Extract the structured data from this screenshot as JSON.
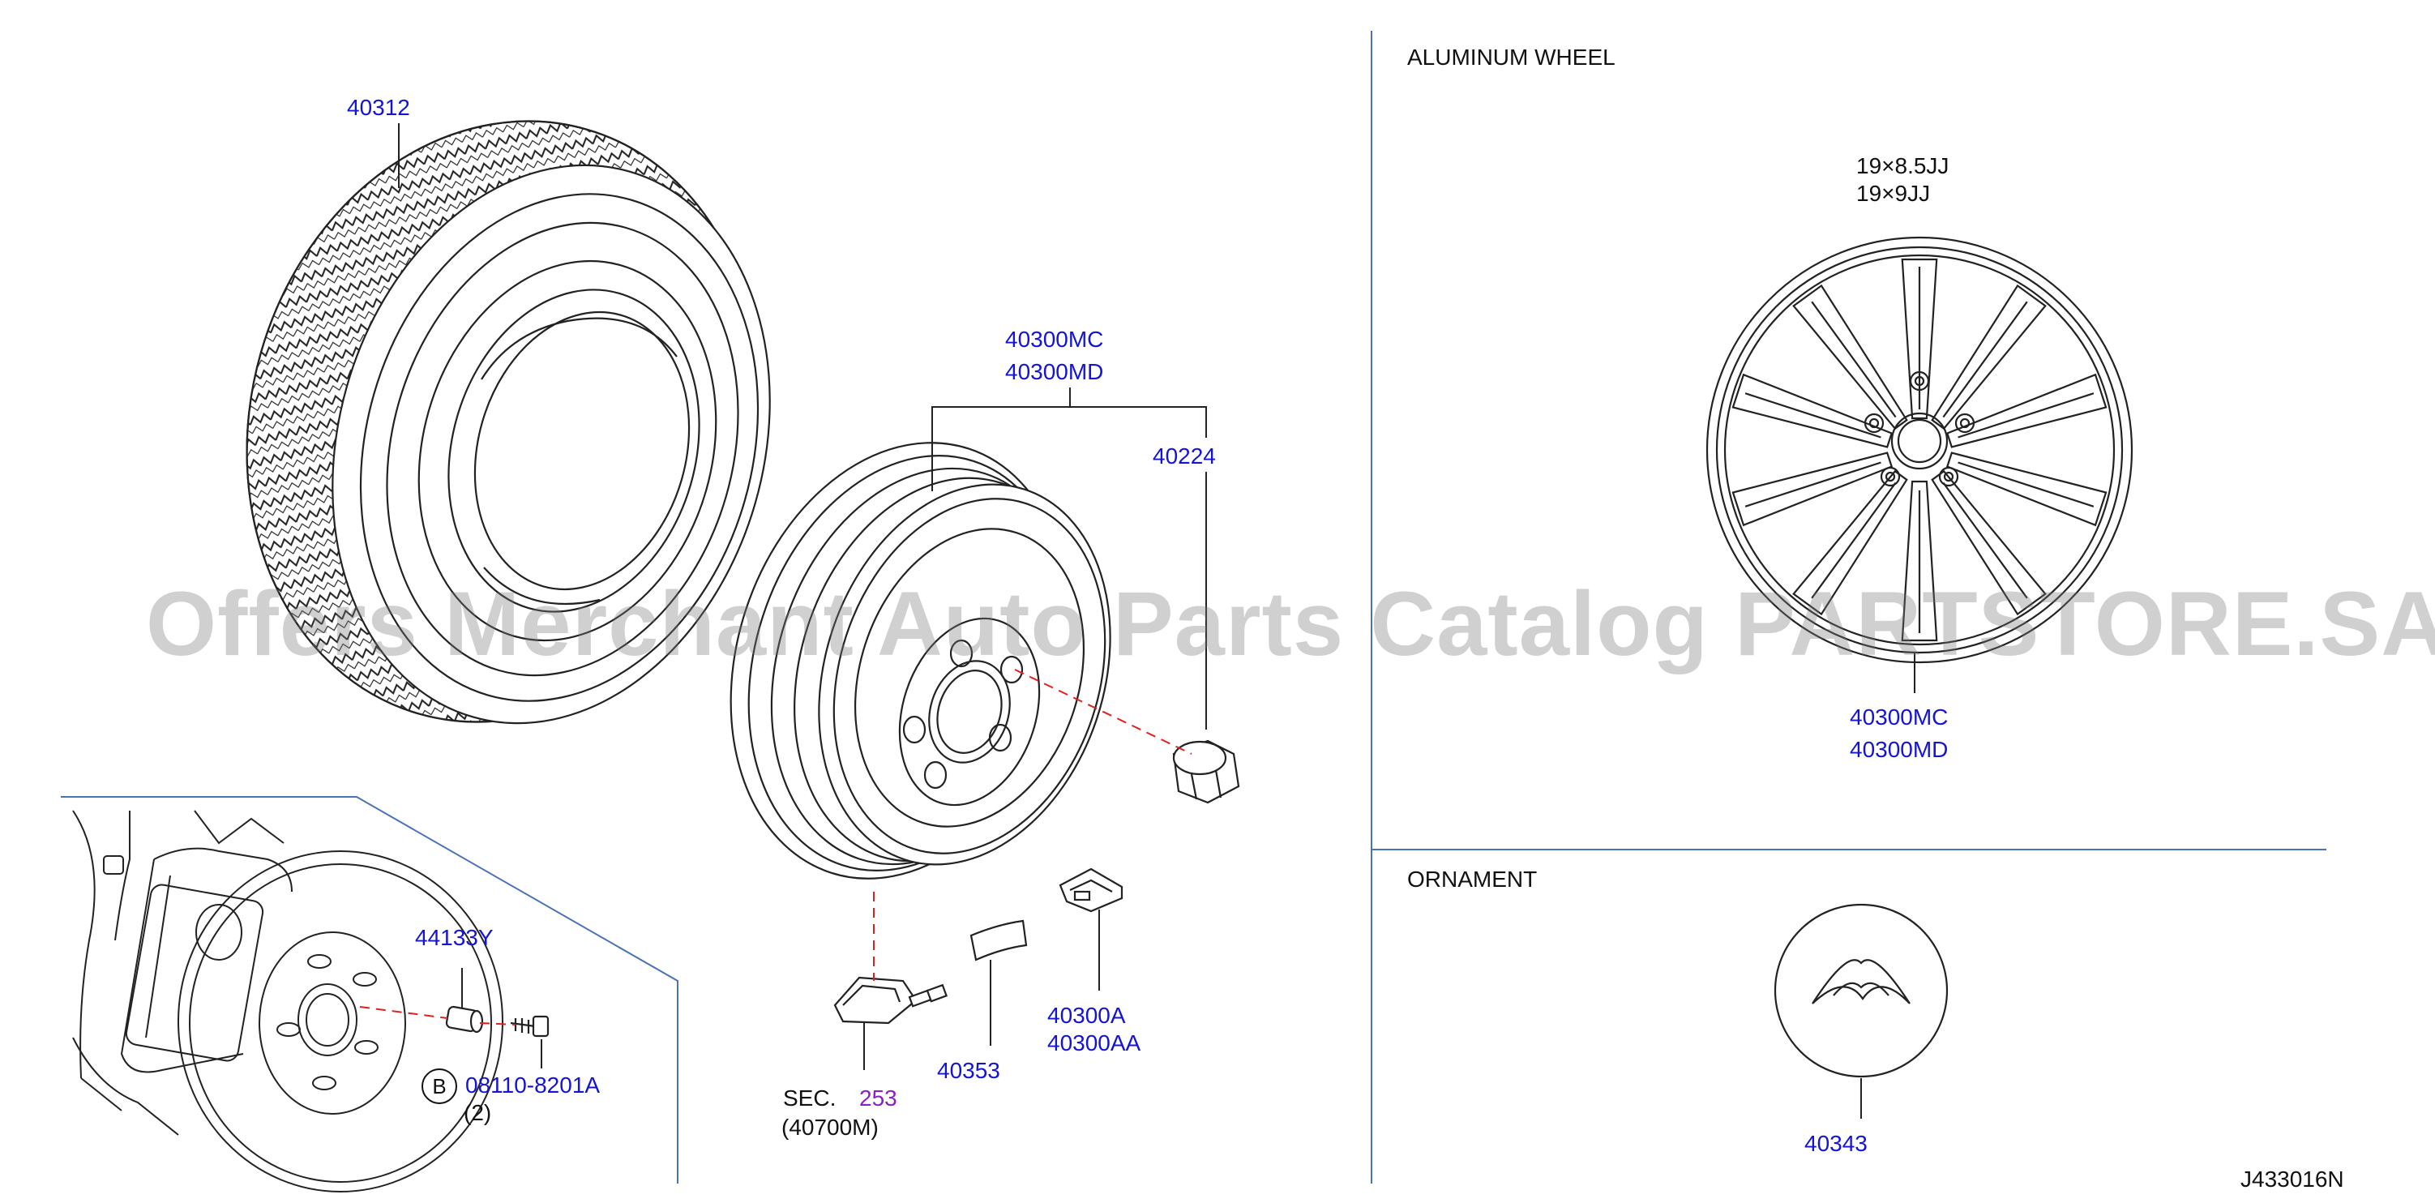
{
  "sections": {
    "aluminum_wheel": "ALUMINUM   WHEEL",
    "ornament": "ORNAMENT"
  },
  "wheel_sizes": [
    "19×8.5JJ",
    "19×9JJ"
  ],
  "parts": {
    "tire": "40312",
    "spare_wheel_1": "40300MC",
    "spare_wheel_2": "40300MD",
    "wheel_nut": "40224",
    "alu_wheel_1": "40300MC",
    "alu_wheel_2": "40300MD",
    "hub_bolt": "44133Y",
    "bolt_ref_letter": "B",
    "bolt_ref": "08110-8201A",
    "bolt_qty": "(2)",
    "sensor_sec_prefix": "SEC.",
    "sensor_sec_number": "253",
    "sensor_part": "(40700M)",
    "balance_weight": "40353",
    "clip_weight_1": "40300A",
    "clip_weight_2": "40300AA",
    "ornament_part": "40343"
  },
  "watermark": "Offers Merchant Auto Parts Catalog PARTSTORE.SA",
  "diagram_code": "J433016N",
  "colors": {
    "part_number": "#1414d6",
    "section_ref": "#8a1fc4",
    "leader_red": "#e02020",
    "border_blue": "#4a72b8",
    "line_art": "#222222"
  }
}
